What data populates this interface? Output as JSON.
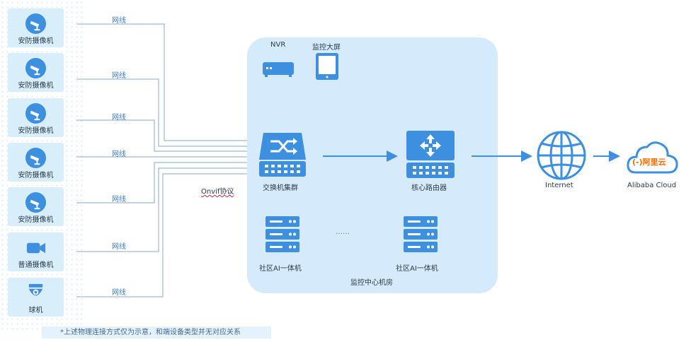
{
  "devices": [
    {
      "label": "安防摄像机",
      "icon": "security-camera-icon"
    },
    {
      "label": "安防摄像机",
      "icon": "security-camera-icon"
    },
    {
      "label": "安防摄像机",
      "icon": "security-camera-icon"
    },
    {
      "label": "安防摄像机",
      "icon": "security-camera-icon"
    },
    {
      "label": "安防摄像机",
      "icon": "security-camera-icon"
    },
    {
      "label": "普通摄像机",
      "icon": "video-camera-icon"
    },
    {
      "label": "球机",
      "icon": "dome-camera-icon"
    }
  ],
  "cable_label": "网线",
  "protocol_label": "Onvif协议",
  "room": {
    "title": "监控中心机房",
    "nvr": "NVR",
    "screen": "监控大屏",
    "switch": "交换机集群",
    "router": "核心路由器",
    "server_left": "社区AI一体机",
    "server_right": "社区AI一体机",
    "ellipsis": "……"
  },
  "internet": "Internet",
  "cloud": {
    "caption": "Alibaba Cloud",
    "logo": "(-)阿里云"
  },
  "note": "*上述物理连接方式仅为示意，和端设备类型并无对应关系",
  "colors": {
    "accent": "#3d8fe0",
    "line": "#7aa7cc",
    "panel": "#d5ebfb"
  }
}
